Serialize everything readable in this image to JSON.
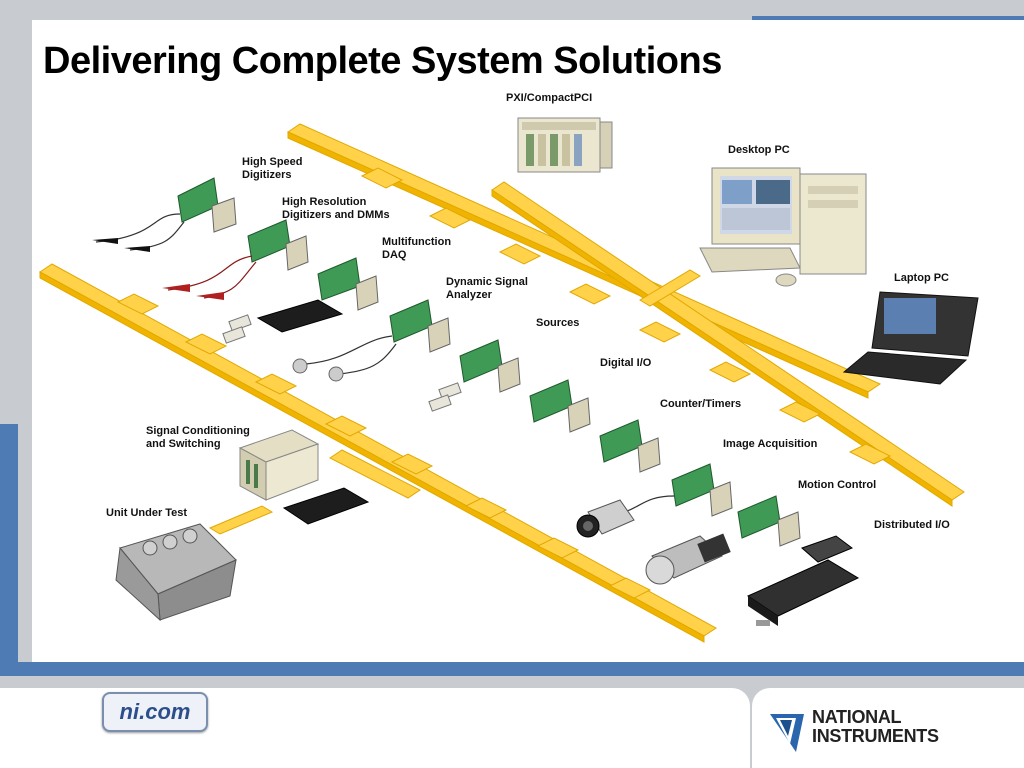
{
  "slide": {
    "title": "Delivering Complete System Solutions"
  },
  "labels": {
    "pxi": "PXI/CompactPCI",
    "desktop_pc": "Desktop PC",
    "laptop_pc": "Laptop PC",
    "high_speed_1": "High Speed",
    "high_speed_2": "Digitizers",
    "high_res_1": "High Resolution",
    "high_res_2": "Digitizers and DMMs",
    "multifunction_1": "Multifunction",
    "multifunction_2": "DAQ",
    "dsa_1": "Dynamic Signal",
    "dsa_2": "Analyzer",
    "sources": "Sources",
    "digital_io": "Digital I/O",
    "counter_timers": "Counter/Timers",
    "image_acq": "Image Acquisition",
    "motion_control": "Motion Control",
    "distributed_io": "Distributed I/O",
    "signal_cond_1": "Signal Conditioning",
    "signal_cond_2": "and Switching",
    "uut": "Unit Under Test"
  },
  "footer": {
    "website": "ni.com",
    "brand_line1": "NATIONAL",
    "brand_line2": "INSTRUMENTS"
  },
  "colors": {
    "bus_yellow": "#ffd24a",
    "bus_edge": "#e0a800",
    "frame_grey": "#c8ccd0",
    "frame_blue": "#4f7bb5",
    "board_green": "#3e9a55"
  }
}
